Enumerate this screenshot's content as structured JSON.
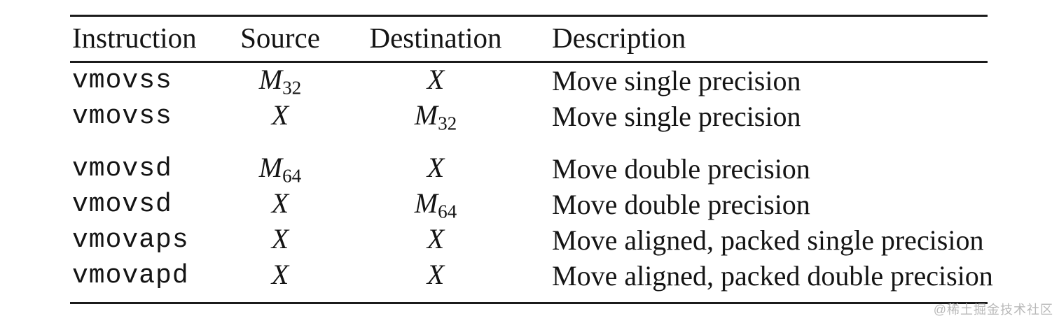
{
  "table": {
    "headers": {
      "instruction": "Instruction",
      "source": "Source",
      "destination": "Destination",
      "description": "Description"
    },
    "rows": [
      {
        "instruction": "vmovss",
        "source": {
          "base": "M",
          "sub": "32"
        },
        "destination": {
          "base": "X",
          "sub": ""
        },
        "description": "Move single precision"
      },
      {
        "instruction": "vmovss",
        "source": {
          "base": "X",
          "sub": ""
        },
        "destination": {
          "base": "M",
          "sub": "32"
        },
        "description": "Move single precision"
      },
      {
        "instruction": "vmovsd",
        "source": {
          "base": "M",
          "sub": "64"
        },
        "destination": {
          "base": "X",
          "sub": ""
        },
        "description": "Move double precision"
      },
      {
        "instruction": "vmovsd",
        "source": {
          "base": "X",
          "sub": ""
        },
        "destination": {
          "base": "M",
          "sub": "64"
        },
        "description": "Move double precision"
      },
      {
        "instruction": "vmovaps",
        "source": {
          "base": "X",
          "sub": ""
        },
        "destination": {
          "base": "X",
          "sub": ""
        },
        "description": "Move aligned, packed single precision"
      },
      {
        "instruction": "vmovapd",
        "source": {
          "base": "X",
          "sub": ""
        },
        "destination": {
          "base": "X",
          "sub": ""
        },
        "description": "Move aligned, packed double precision"
      }
    ]
  },
  "watermark": {
    "text": "@稀土掘金技术社区"
  },
  "colors": {
    "text": "#141414",
    "rule": "#1b1b1b",
    "watermark": "#b9b9b9",
    "background": "#ffffff"
  }
}
